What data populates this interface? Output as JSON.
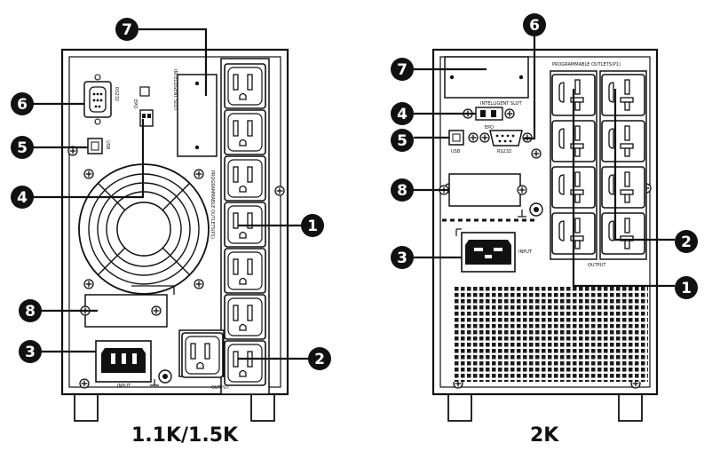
{
  "diagram": {
    "left_caption": "1.1K/1.5K",
    "right_caption": "2K",
    "left_panel_labels": {
      "rs232": "RS232",
      "epo": "EPO",
      "usb": "USB",
      "intelligent_slot": "INTELLIGENT SLOT",
      "programmable_outlets": "PROGRAMMABLE OUTLETS(P1)",
      "input": "INPUT",
      "output": "OUTPUT"
    },
    "right_panel_labels": {
      "programmable_outlets": "PROGRAMMABLE OUTLETS(P1)",
      "intelligent_slot": "INTELLIGENT SLOT",
      "epo": "EPO",
      "usb": "USB",
      "rs232": "RS232",
      "input": "INPUT",
      "output": "OUTPUT"
    },
    "callouts_left": [
      "7",
      "6",
      "5",
      "4",
      "8",
      "3",
      "1",
      "2"
    ],
    "callouts_right": [
      "6",
      "7",
      "4",
      "5",
      "8",
      "3",
      "2",
      "1"
    ]
  }
}
